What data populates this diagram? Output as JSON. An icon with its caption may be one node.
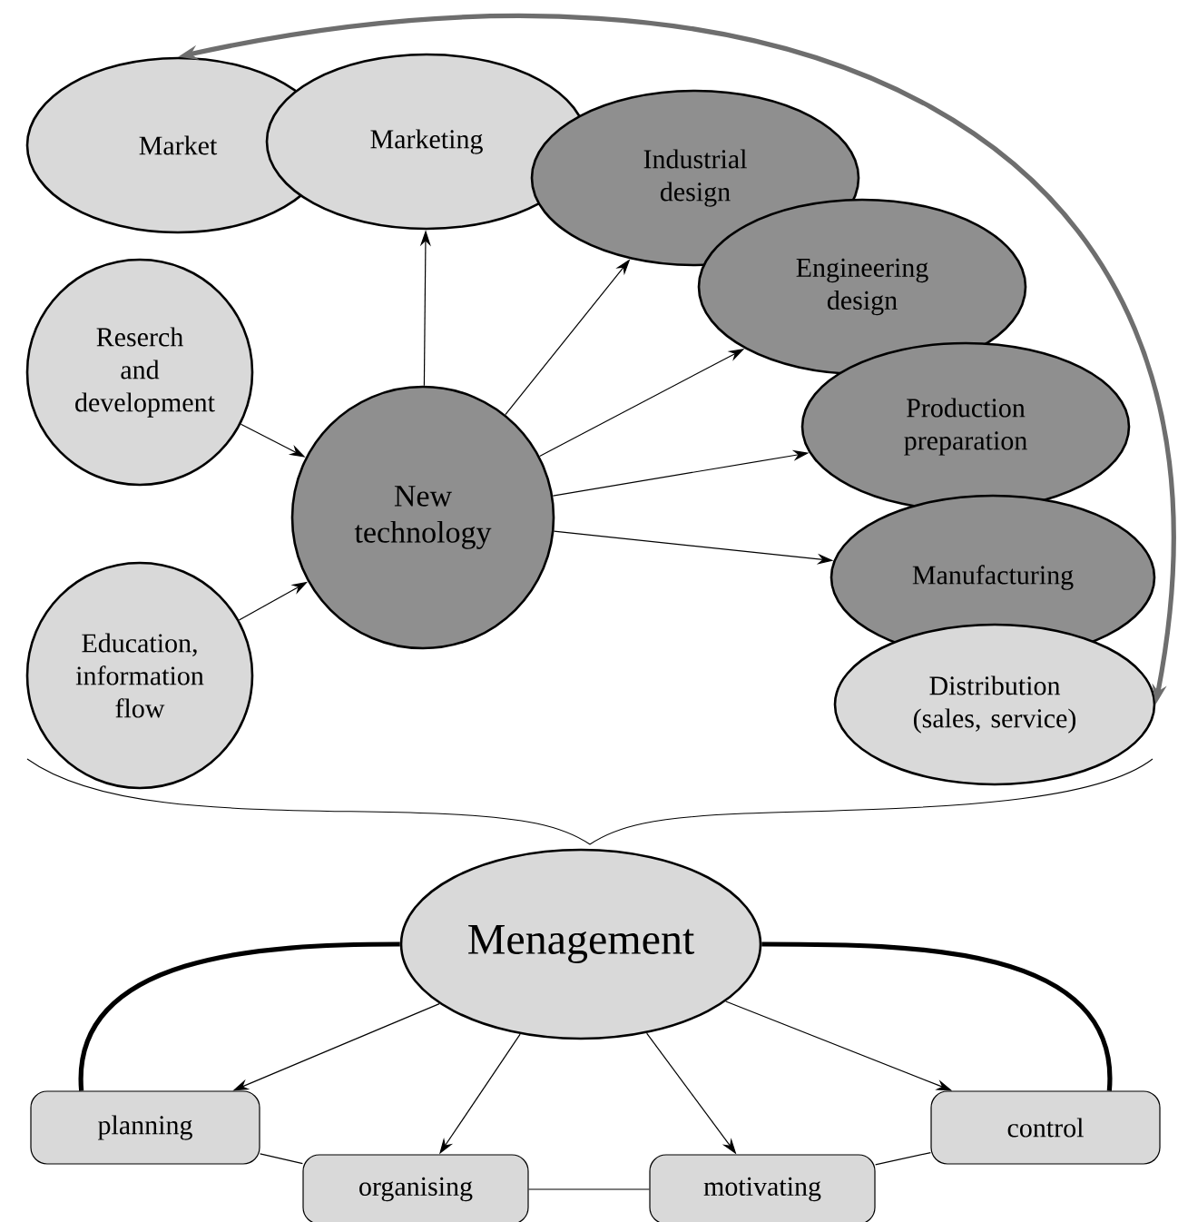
{
  "diagram": {
    "nodes": [
      {
        "text": [
          "Market"
        ]
      },
      {
        "text": [
          "Marketing"
        ]
      },
      {
        "text": [
          "Industrial design"
        ]
      },
      {
        "text": [
          "Engineering design"
        ]
      },
      {
        "text": [
          "Production preparation"
        ]
      },
      {
        "text": [
          "Manufacturing"
        ]
      },
      {
        "text": [
          "Distribution (sales, service)"
        ]
      },
      {
        "text": [
          "Reserch and development"
        ]
      },
      {
        "text": [
          "New technology"
        ]
      },
      {
        "text": [
          "Education, information flow"
        ]
      },
      {
        "text": [
          "Menagement"
        ]
      },
      {
        "text": [
          "planning"
        ]
      },
      {
        "text": [
          "organising"
        ]
      },
      {
        "text": [
          "motivating"
        ]
      },
      {
        "text": [
          "control"
        ]
      }
    ],
    "edges": [
      {
        "from": 7,
        "to": 8,
        "arrow": "to"
      },
      {
        "from": 9,
        "to": 8,
        "arrow": "to"
      },
      {
        "from": 8,
        "to": 1,
        "arrow": "to"
      },
      {
        "from": 8,
        "to": 2,
        "arrow": "to"
      },
      {
        "from": 8,
        "to": 3,
        "arrow": "to"
      },
      {
        "from": 8,
        "to": 4,
        "arrow": "to"
      },
      {
        "from": 8,
        "to": 5,
        "arrow": "to"
      },
      {
        "from": 6,
        "to": 0,
        "arrow": "both",
        "style": "thick",
        "color": "#6e6e6e"
      },
      {
        "from": 10,
        "to": 11,
        "arrow": "to"
      },
      {
        "from": 10,
        "to": 12,
        "arrow": "to"
      },
      {
        "from": 10,
        "to": 13,
        "arrow": "to"
      },
      {
        "from": 10,
        "to": 14,
        "arrow": "to"
      },
      {
        "from": 10,
        "to": 11,
        "arrow": "none",
        "style": "thick"
      },
      {
        "from": 10,
        "to": 14,
        "arrow": "none",
        "style": "thick"
      },
      {
        "from": 11,
        "to": 12,
        "arrow": "none"
      },
      {
        "from": 12,
        "to": 13,
        "arrow": "none"
      },
      {
        "from": 13,
        "to": 14,
        "arrow": "none"
      }
    ]
  }
}
